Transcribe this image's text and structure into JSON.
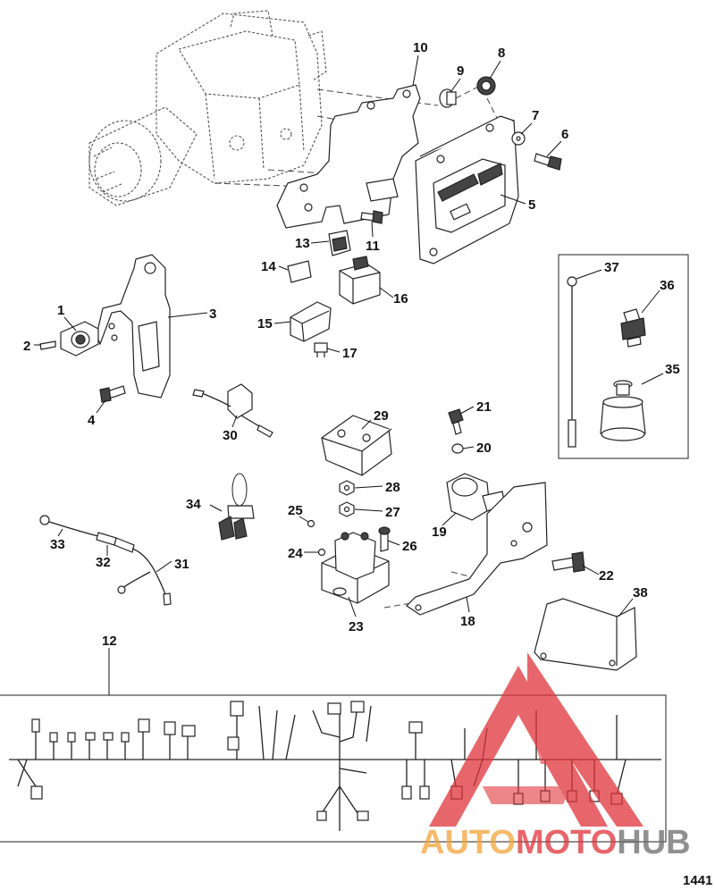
{
  "callouts": {
    "c1": "1",
    "c2": "2",
    "c3": "3",
    "c4": "4",
    "c5": "5",
    "c6": "6",
    "c7": "7",
    "c8": "8",
    "c9": "9",
    "c10": "10",
    "c11": "11",
    "c12": "12",
    "c13": "13",
    "c14": "14",
    "c15": "15",
    "c16": "16",
    "c17": "17",
    "c18": "18",
    "c19": "19",
    "c20": "20",
    "c21": "21",
    "c22": "22",
    "c23": "23",
    "c24": "24",
    "c25": "25",
    "c26": "26",
    "c27": "27",
    "c28": "28",
    "c29": "29",
    "c30": "30",
    "c31": "31",
    "c32": "32",
    "c33": "33",
    "c34": "34",
    "c35": "35",
    "c36": "36",
    "c37": "37",
    "c38": "38"
  },
  "figure_number": "1441",
  "watermark": {
    "part1": "AUTO",
    "part2": "MOTO",
    "part3": "HUB"
  },
  "colors": {
    "watermark_red": "#e0343a",
    "watermark_orange": "#f2a33a",
    "watermark_gray": "#6b6b6b"
  }
}
